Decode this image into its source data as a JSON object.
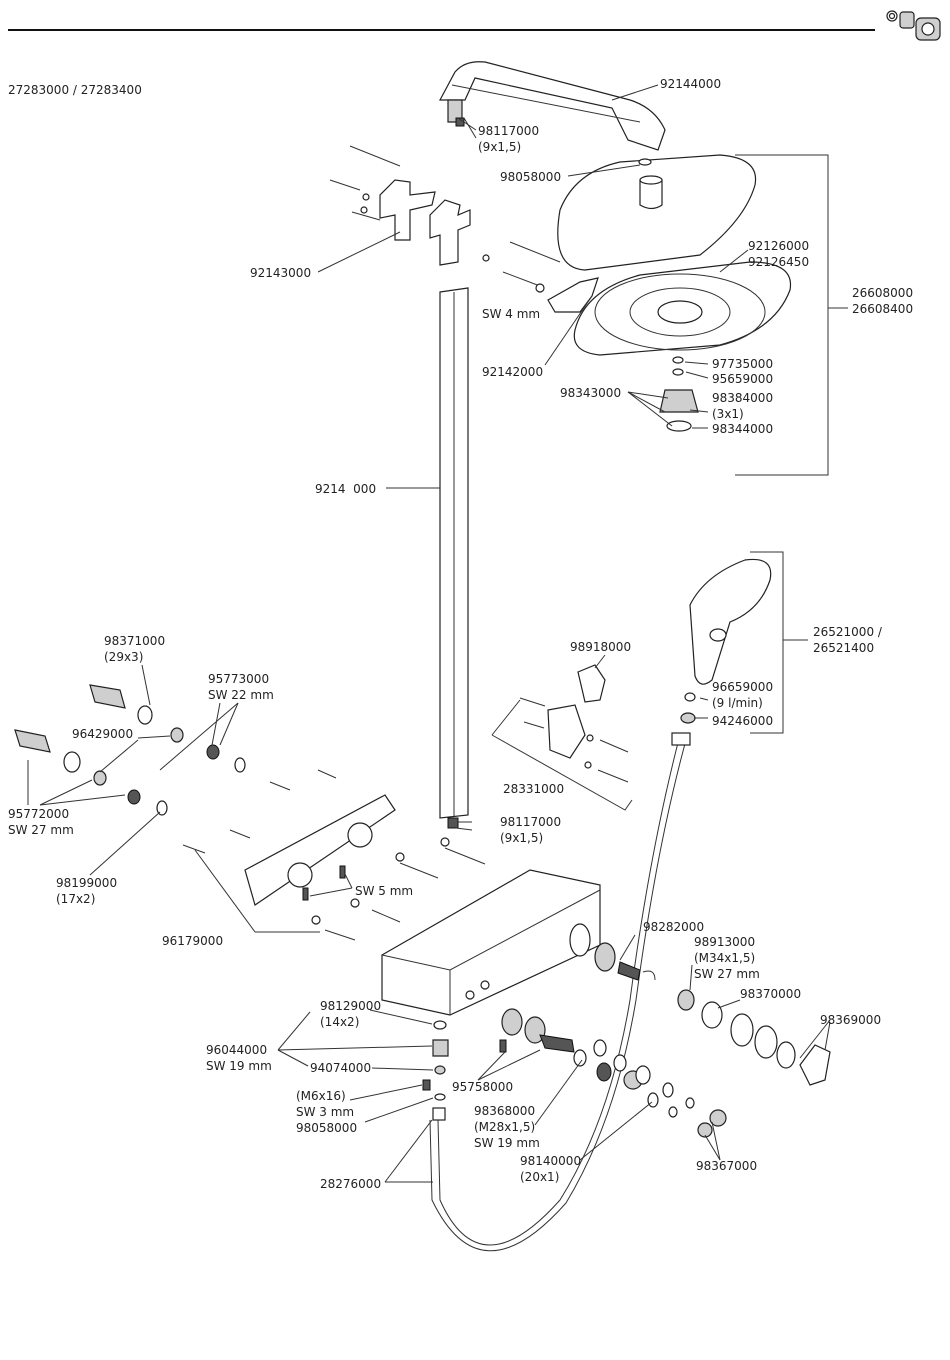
{
  "model": "27283000 / 27283400",
  "labels": {
    "l92144000": "92144000",
    "l98117000a": "98117000\n(9x1,5)",
    "l98058000a": "98058000",
    "l92143000": "92143000",
    "l92126000": "92126000\n92126450",
    "l26608000": "26608000\n26608400",
    "l92142000": "92142000",
    "lsw4": "SW 4 mm",
    "l97735000": "97735000",
    "l95659000": "95659000",
    "l98343000": "98343000",
    "l98384000": "98384000\n(3x1)",
    "l98344000": "98344000",
    "l9214000": "9214  000",
    "l26521000": "26521000 /\n26521400",
    "l98371000": "98371000\n(29x3)",
    "l95773000": "95773000\nSW 22 mm",
    "l98918000": "98918000",
    "l96659000": "96659000\n(9 l/min)",
    "l94246000": "94246000",
    "l96429000": "96429000",
    "l95772000": "95772000\nSW 27 mm",
    "l28331000": "28331000",
    "l98117000b": "98117000\n(9x1,5)",
    "l98199000": "98199000\n(17x2)",
    "lsw5": "SW 5 mm",
    "l96179000": "96179000",
    "l98282000": "98282000",
    "l98913000": "98913000\n(M34x1,5)\nSW 27 mm",
    "l98370000": "98370000",
    "l98369000": "98369000",
    "l98129000": "98129000\n(14x2)",
    "l96044000": "96044000\nSW 19 mm",
    "l94074000": "94074000",
    "l95758000": "95758000",
    "lm6": "(M6x16)\nSW 3 mm\n98058000",
    "l98368000": "98368000\n(M28x1,5)\nSW 19 mm",
    "l98140000": "98140000\n(20x1)",
    "l98367000": "98367000",
    "l28276000": "28276000"
  }
}
